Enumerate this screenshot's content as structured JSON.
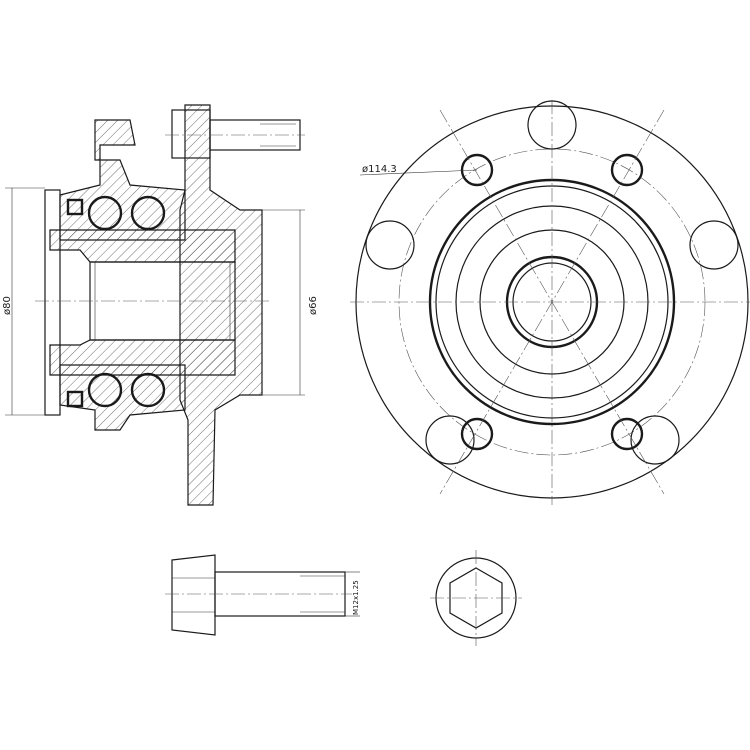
{
  "drawing": {
    "side_view": {
      "dim_outer_diameter": "ø80",
      "dim_pilot_diameter": "ø66"
    },
    "front_view": {
      "dim_pitch_circle": "ø114.3"
    },
    "bolt_view": {
      "dim_thread": "M12x1.25"
    }
  }
}
